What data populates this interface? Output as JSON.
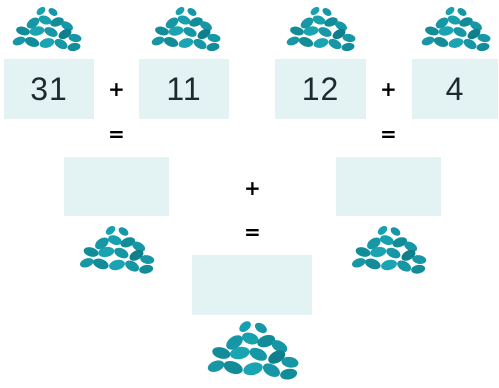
{
  "puzzle": {
    "top_left": {
      "a": "31",
      "b": "11",
      "plus": "+",
      "equals": "=",
      "answer": ""
    },
    "top_right": {
      "a": "12",
      "b": "4",
      "plus": "+",
      "equals": "=",
      "answer": ""
    },
    "bottom": {
      "plus": "+",
      "equals": "=",
      "answer": ""
    }
  },
  "colors": {
    "box": "#e3f3f3",
    "seed": "#1797a6",
    "seed_dark": "#0f7f8d"
  },
  "icons": [
    "seed-pile-icon"
  ]
}
